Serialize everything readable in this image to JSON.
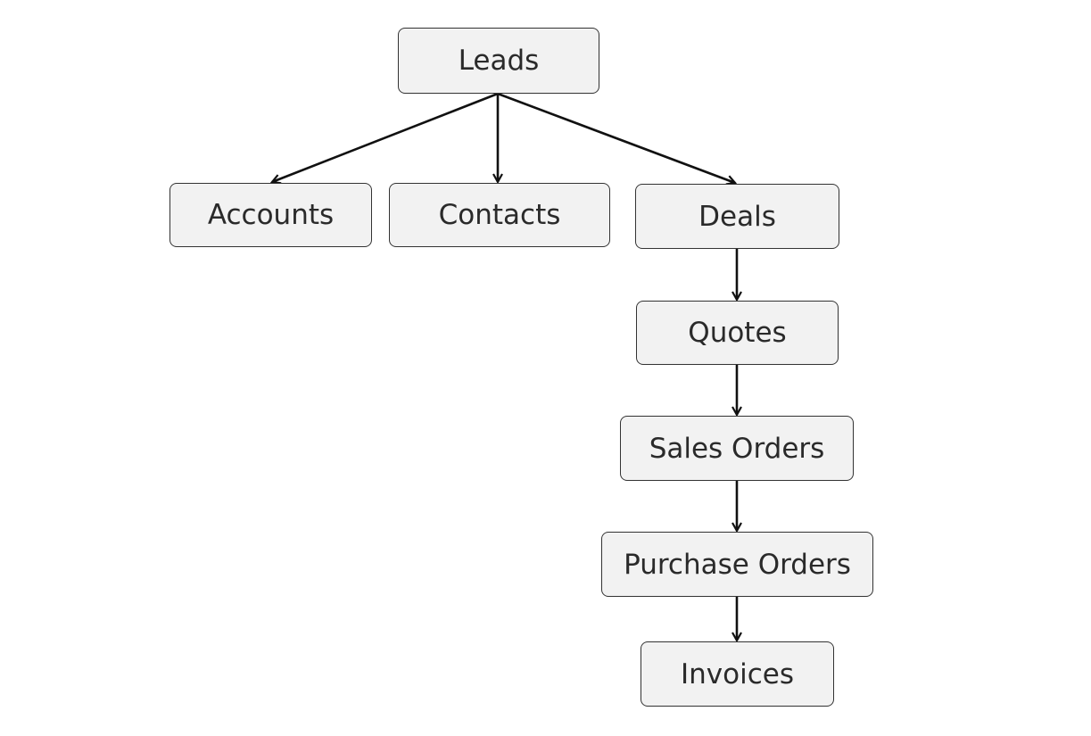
{
  "nodes": {
    "leads": "Leads",
    "accounts": "Accounts",
    "contacts": "Contacts",
    "deals": "Deals",
    "quotes": "Quotes",
    "sales_orders": "Sales Orders",
    "purchase_orders": "Purchase Orders",
    "invoices": "Invoices"
  },
  "colors": {
    "node_fill": "#f2f2f2",
    "node_border": "#333333",
    "edge": "#111111",
    "text": "#2a2a2a"
  }
}
